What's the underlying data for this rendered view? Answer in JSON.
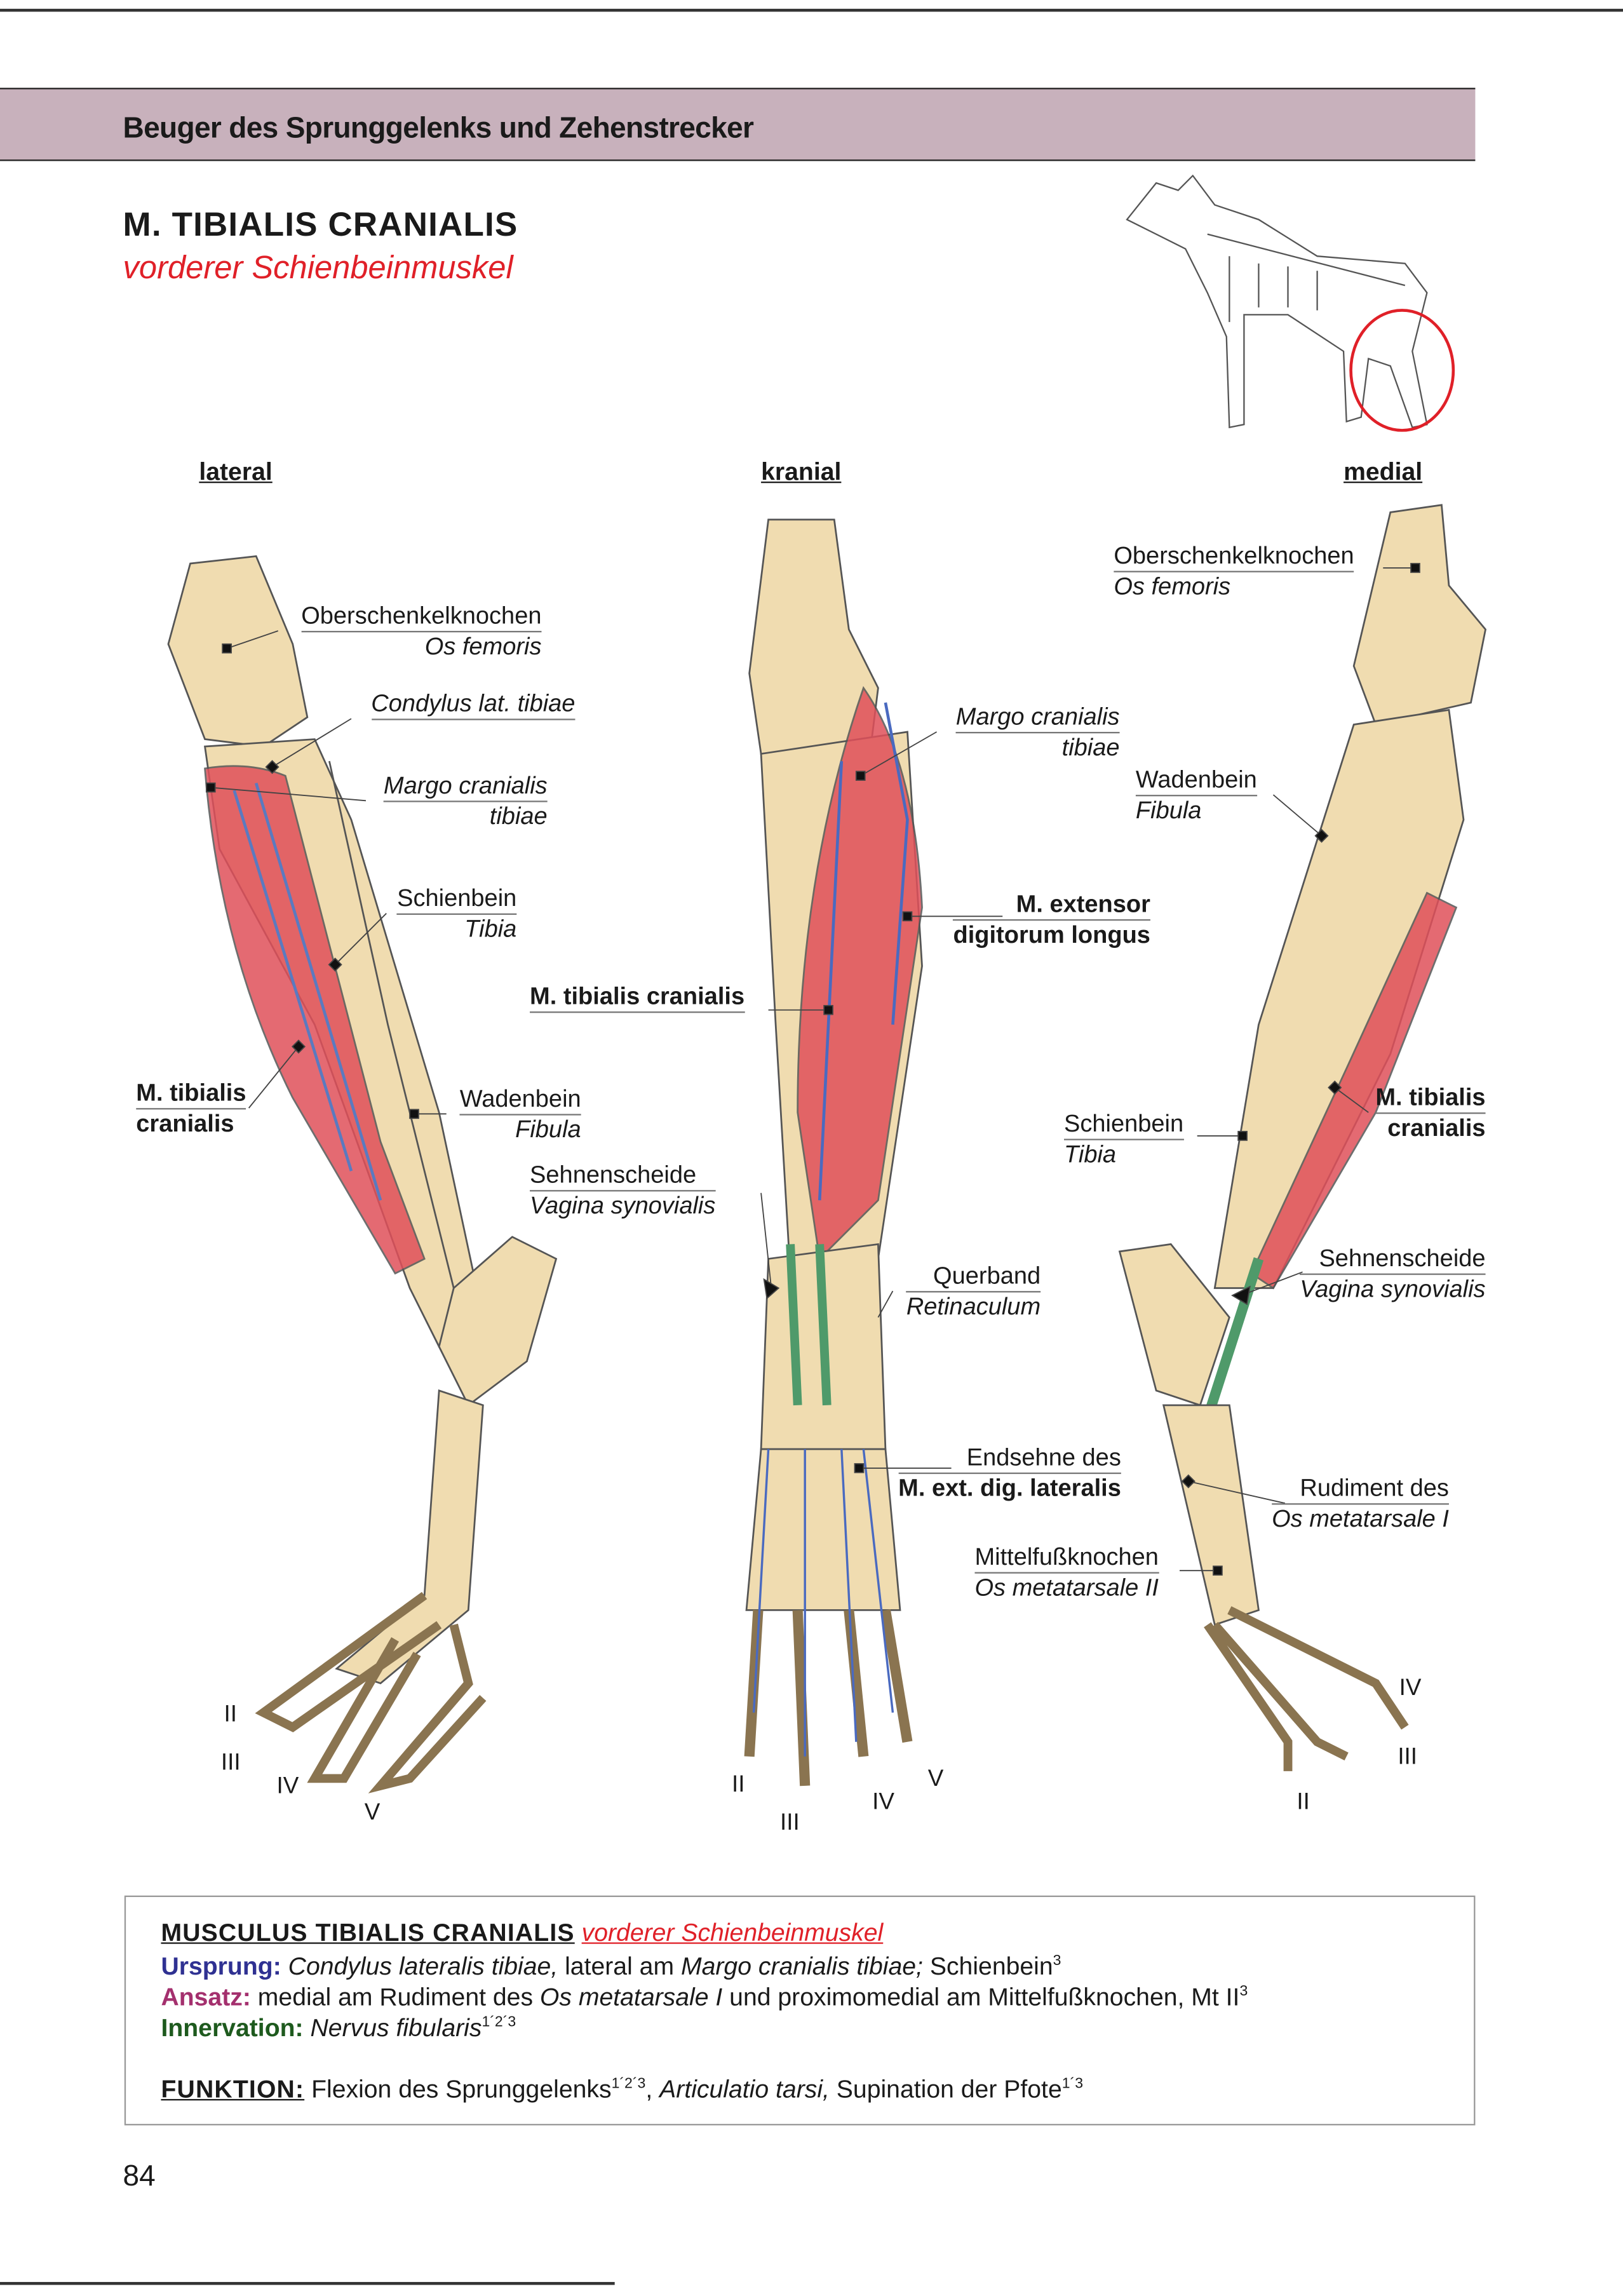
{
  "header": {
    "section": "Beuger des Sprunggelenks und Zehenstrecker",
    "title": "M. TIBIALIS CRANIALIS",
    "subtitle": "vorderer Schienbeinmuskel"
  },
  "views": {
    "lateral": "lateral",
    "kranial": "kranial",
    "medial": "medial"
  },
  "labels": {
    "lat_femur": [
      "Oberschenkelknochen",
      "Os femoris"
    ],
    "lat_condylus": "Condylus lat. tibiae",
    "lat_margo": [
      "Margo cranialis",
      "tibiae"
    ],
    "lat_tibia": [
      "Schienbein",
      "Tibia"
    ],
    "lat_muscle": [
      "M. tibialis",
      "cranialis"
    ],
    "lat_fibula": [
      "Wadenbein",
      "Fibula"
    ],
    "kr_margo": [
      "Margo cranialis",
      "tibiae"
    ],
    "kr_edl": [
      "M. extensor",
      "digitorum longus"
    ],
    "kr_muscle": "M. tibialis cranialis",
    "kr_vagina": [
      "Sehnenscheide",
      "Vagina synovialis"
    ],
    "kr_retinaculum": [
      "Querband",
      "Retinaculum"
    ],
    "kr_endsehne": [
      "Endsehne des",
      "M. ext. dig. lateralis"
    ],
    "kr_mt2": [
      "Mittelfußknochen",
      "Os metatarsale II"
    ],
    "med_femur": [
      "Oberschenkelknochen",
      "Os femoris"
    ],
    "med_fibula": [
      "Wadenbein",
      "Fibula"
    ],
    "med_tibia": [
      "Schienbein",
      "Tibia"
    ],
    "med_muscle": [
      "M. tibialis",
      "cranialis"
    ],
    "med_vagina": [
      "Sehnenscheide",
      "Vagina synovialis"
    ],
    "med_rudiment": [
      "Rudiment des",
      "Os metatarsale I"
    ]
  },
  "digits": {
    "lateral": [
      "II",
      "III",
      "IV",
      "V"
    ],
    "kranial": [
      "II",
      "III",
      "IV",
      "V"
    ],
    "medial": [
      "IV",
      "III",
      "II"
    ]
  },
  "infobox": {
    "heading": "MUSCULUS TIBIALIS CRANIALIS",
    "heading_de": "vorderer Schienbeinmuskel",
    "ursprung_label": "Ursprung:",
    "ursprung_a": "Condylus lateralis tibiae,",
    "ursprung_b": " lateral am ",
    "ursprung_c": "Margo cranialis tibiae;",
    "ursprung_d": " Schienbein",
    "ursprung_sup": "3",
    "ansatz_label": "Ansatz:",
    "ansatz_a": " medial am Rudiment des ",
    "ansatz_b": "Os metatarsale I",
    "ansatz_c": " und proximomedial am Mittelfußknochen, Mt II",
    "ansatz_sup": "3",
    "innervation_label": "Innervation:",
    "innervation_a": "Nervus fibularis",
    "innervation_sup": "1´2´3",
    "funktion_label": "FUNKTION:",
    "funktion_a": " Flexion des Sprunggelenks",
    "funktion_sup1": "1´2´3",
    "funktion_b": ", ",
    "funktion_c": "Articulatio tarsi,",
    "funktion_d": " Supination der Pfote",
    "funktion_sup2": "1´3"
  },
  "page_number": "84",
  "colors": {
    "band": "#c8b1bc",
    "accent_red": "#e02028",
    "ursprung": "#2f3192",
    "ansatz": "#a4306e",
    "innervation": "#1e5a1e",
    "bone": "#f0dcb0",
    "muscle": "#e0505a"
  }
}
